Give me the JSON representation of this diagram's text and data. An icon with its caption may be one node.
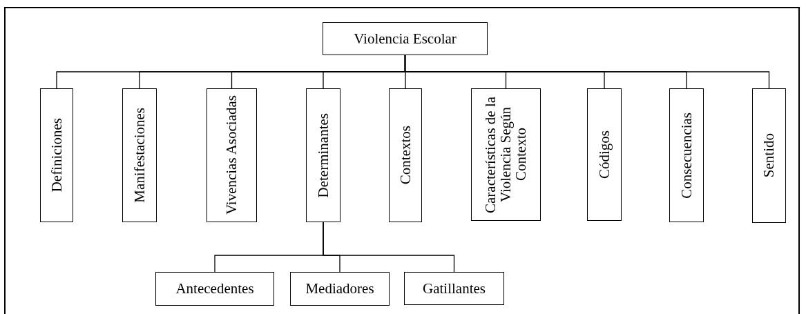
{
  "diagram": {
    "nodes": [
      {
        "text": [
          "Violencia Escolar"
        ]
      },
      {
        "text": [
          "Definiciones"
        ]
      },
      {
        "text": [
          "Manifestaciones"
        ]
      },
      {
        "text": [
          "Vivencias Asociadas"
        ]
      },
      {
        "text": [
          "Determinantes"
        ]
      },
      {
        "text": [
          "Contextos"
        ]
      },
      {
        "text": [
          "Características de la Violencia Según Contexto"
        ]
      },
      {
        "text": [
          "Códigos"
        ]
      },
      {
        "text": [
          "Consecuencias"
        ]
      },
      {
        "text": [
          "Sentido"
        ]
      },
      {
        "text": [
          "Antecedentes"
        ]
      },
      {
        "text": [
          "Mediadores"
        ]
      },
      {
        "text": [
          "Gatillantes"
        ]
      }
    ],
    "edges": [
      {
        "from": 0,
        "to": 1,
        "arrow": "none"
      },
      {
        "from": 0,
        "to": 2,
        "arrow": "none"
      },
      {
        "from": 0,
        "to": 3,
        "arrow": "none"
      },
      {
        "from": 0,
        "to": 4,
        "arrow": "none"
      },
      {
        "from": 0,
        "to": 5,
        "arrow": "none"
      },
      {
        "from": 0,
        "to": 6,
        "arrow": "none"
      },
      {
        "from": 0,
        "to": 7,
        "arrow": "none"
      },
      {
        "from": 0,
        "to": 8,
        "arrow": "none"
      },
      {
        "from": 0,
        "to": 9,
        "arrow": "none"
      },
      {
        "from": 4,
        "to": 10,
        "arrow": "none"
      },
      {
        "from": 4,
        "to": 11,
        "arrow": "none"
      },
      {
        "from": 4,
        "to": 12,
        "arrow": "none"
      }
    ]
  }
}
